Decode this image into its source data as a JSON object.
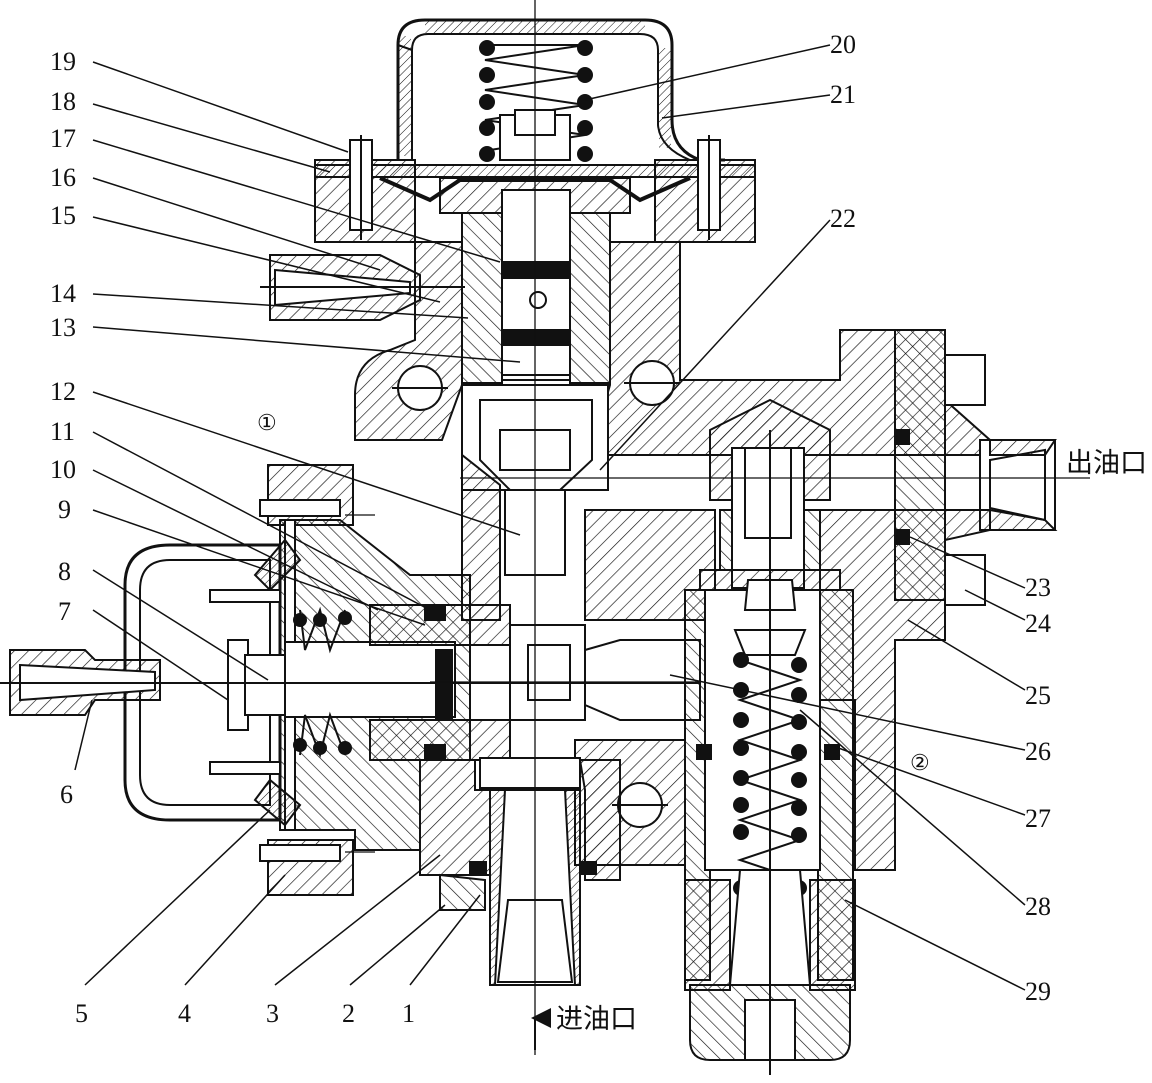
{
  "callouts": {
    "n1": "1",
    "n2": "2",
    "n3": "3",
    "n4": "4",
    "n5": "5",
    "n6": "6",
    "n7": "7",
    "n8": "8",
    "n9": "9",
    "n10": "10",
    "n11": "11",
    "n12": "12",
    "n13": "13",
    "n14": "14",
    "n15": "15",
    "n16": "16",
    "n17": "17",
    "n18": "18",
    "n19": "19",
    "n20": "20",
    "n21": "21",
    "n22": "22",
    "n23": "23",
    "n24": "24",
    "n25": "25",
    "n26": "26",
    "n27": "27",
    "n28": "28",
    "n29": "29"
  },
  "ports": {
    "outlet": "出油口",
    "inlet": "进油口"
  },
  "chambers": {
    "c1": "①",
    "c2": "②"
  },
  "colors": {
    "ink": "#111111",
    "seal": "#000000",
    "paper": "#ffffff"
  }
}
